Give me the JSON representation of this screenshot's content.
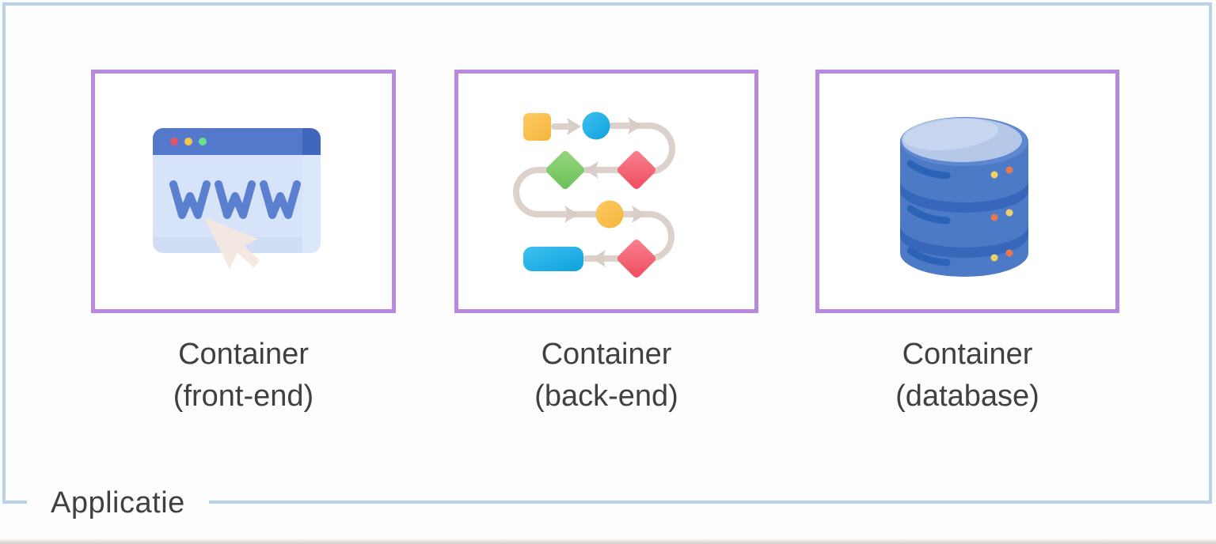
{
  "diagram": {
    "group": {
      "label": "Applicatie"
    },
    "containers": [
      {
        "id": "front-end",
        "title": "Container",
        "subtitle": "(front-end)",
        "icon": "browser-www-icon"
      },
      {
        "id": "back-end",
        "title": "Container",
        "subtitle": "(back-end)",
        "icon": "flowchart-icon"
      },
      {
        "id": "database",
        "title": "Container",
        "subtitle": "(database)",
        "icon": "database-icon"
      }
    ],
    "browser_icon_text": "www"
  },
  "colors": {
    "outer_border": "#b9d2ec",
    "container_border": "#b989e0",
    "label_text": "#3f4043",
    "browser_titlebar": "#5478cb",
    "browser_titlebar_dark": "#4066bd",
    "browser_body": "#cfdef4",
    "www_text": "#5b80d0",
    "cursor": "#f4e7e0",
    "dot_red": "#e25667",
    "dot_yellow": "#f5c44e",
    "dot_green": "#69e191",
    "flow_connector": "#ddd2cb",
    "flow_yellow": "#f5b53c",
    "flow_blue": "#0ea2dc",
    "flow_green": "#6cc057",
    "flow_red": "#f04b62",
    "db_body": "#4d7ac7",
    "db_band": "#3767bb",
    "db_top_light": "#b5c8e8",
    "db_dot_yellow": "#f0d264",
    "db_dot_orange": "#e8784e"
  }
}
